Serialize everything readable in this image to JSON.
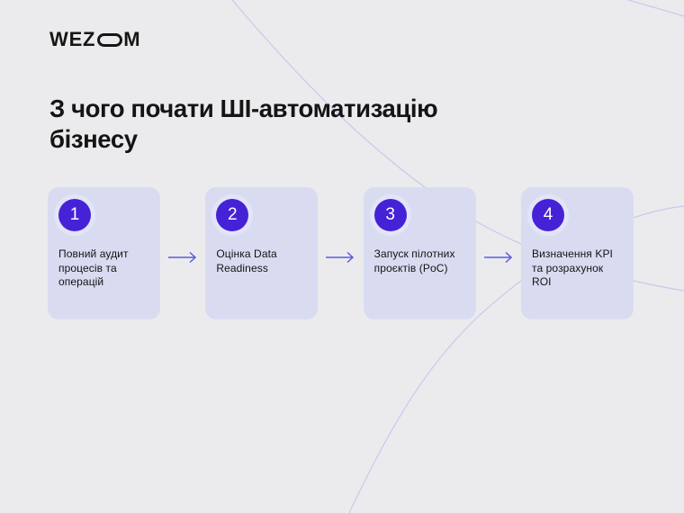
{
  "logo": {
    "text_before_o": "WEZ",
    "text_after_o": "M",
    "o_icon": "stadium-oval"
  },
  "title": "З чого почати ШІ-автоматизацію бізнесу",
  "steps": [
    {
      "number": "1",
      "label": "Повний аудит процесів та операцій"
    },
    {
      "number": "2",
      "label": "Оцінка Data Readiness"
    },
    {
      "number": "3",
      "label": "Запуск пілотних проєктів (PoC)"
    },
    {
      "number": "4",
      "label": "Визначення KPI та розрахунок ROI"
    }
  ],
  "colors": {
    "page_bg": "#ebebed",
    "card_bg": "#d9dcf1",
    "badge_bg": "#4622d6",
    "badge_text": "#ffffff",
    "arrow": "#5a5ce0",
    "curve": "#c7caec",
    "text": "#141414"
  }
}
